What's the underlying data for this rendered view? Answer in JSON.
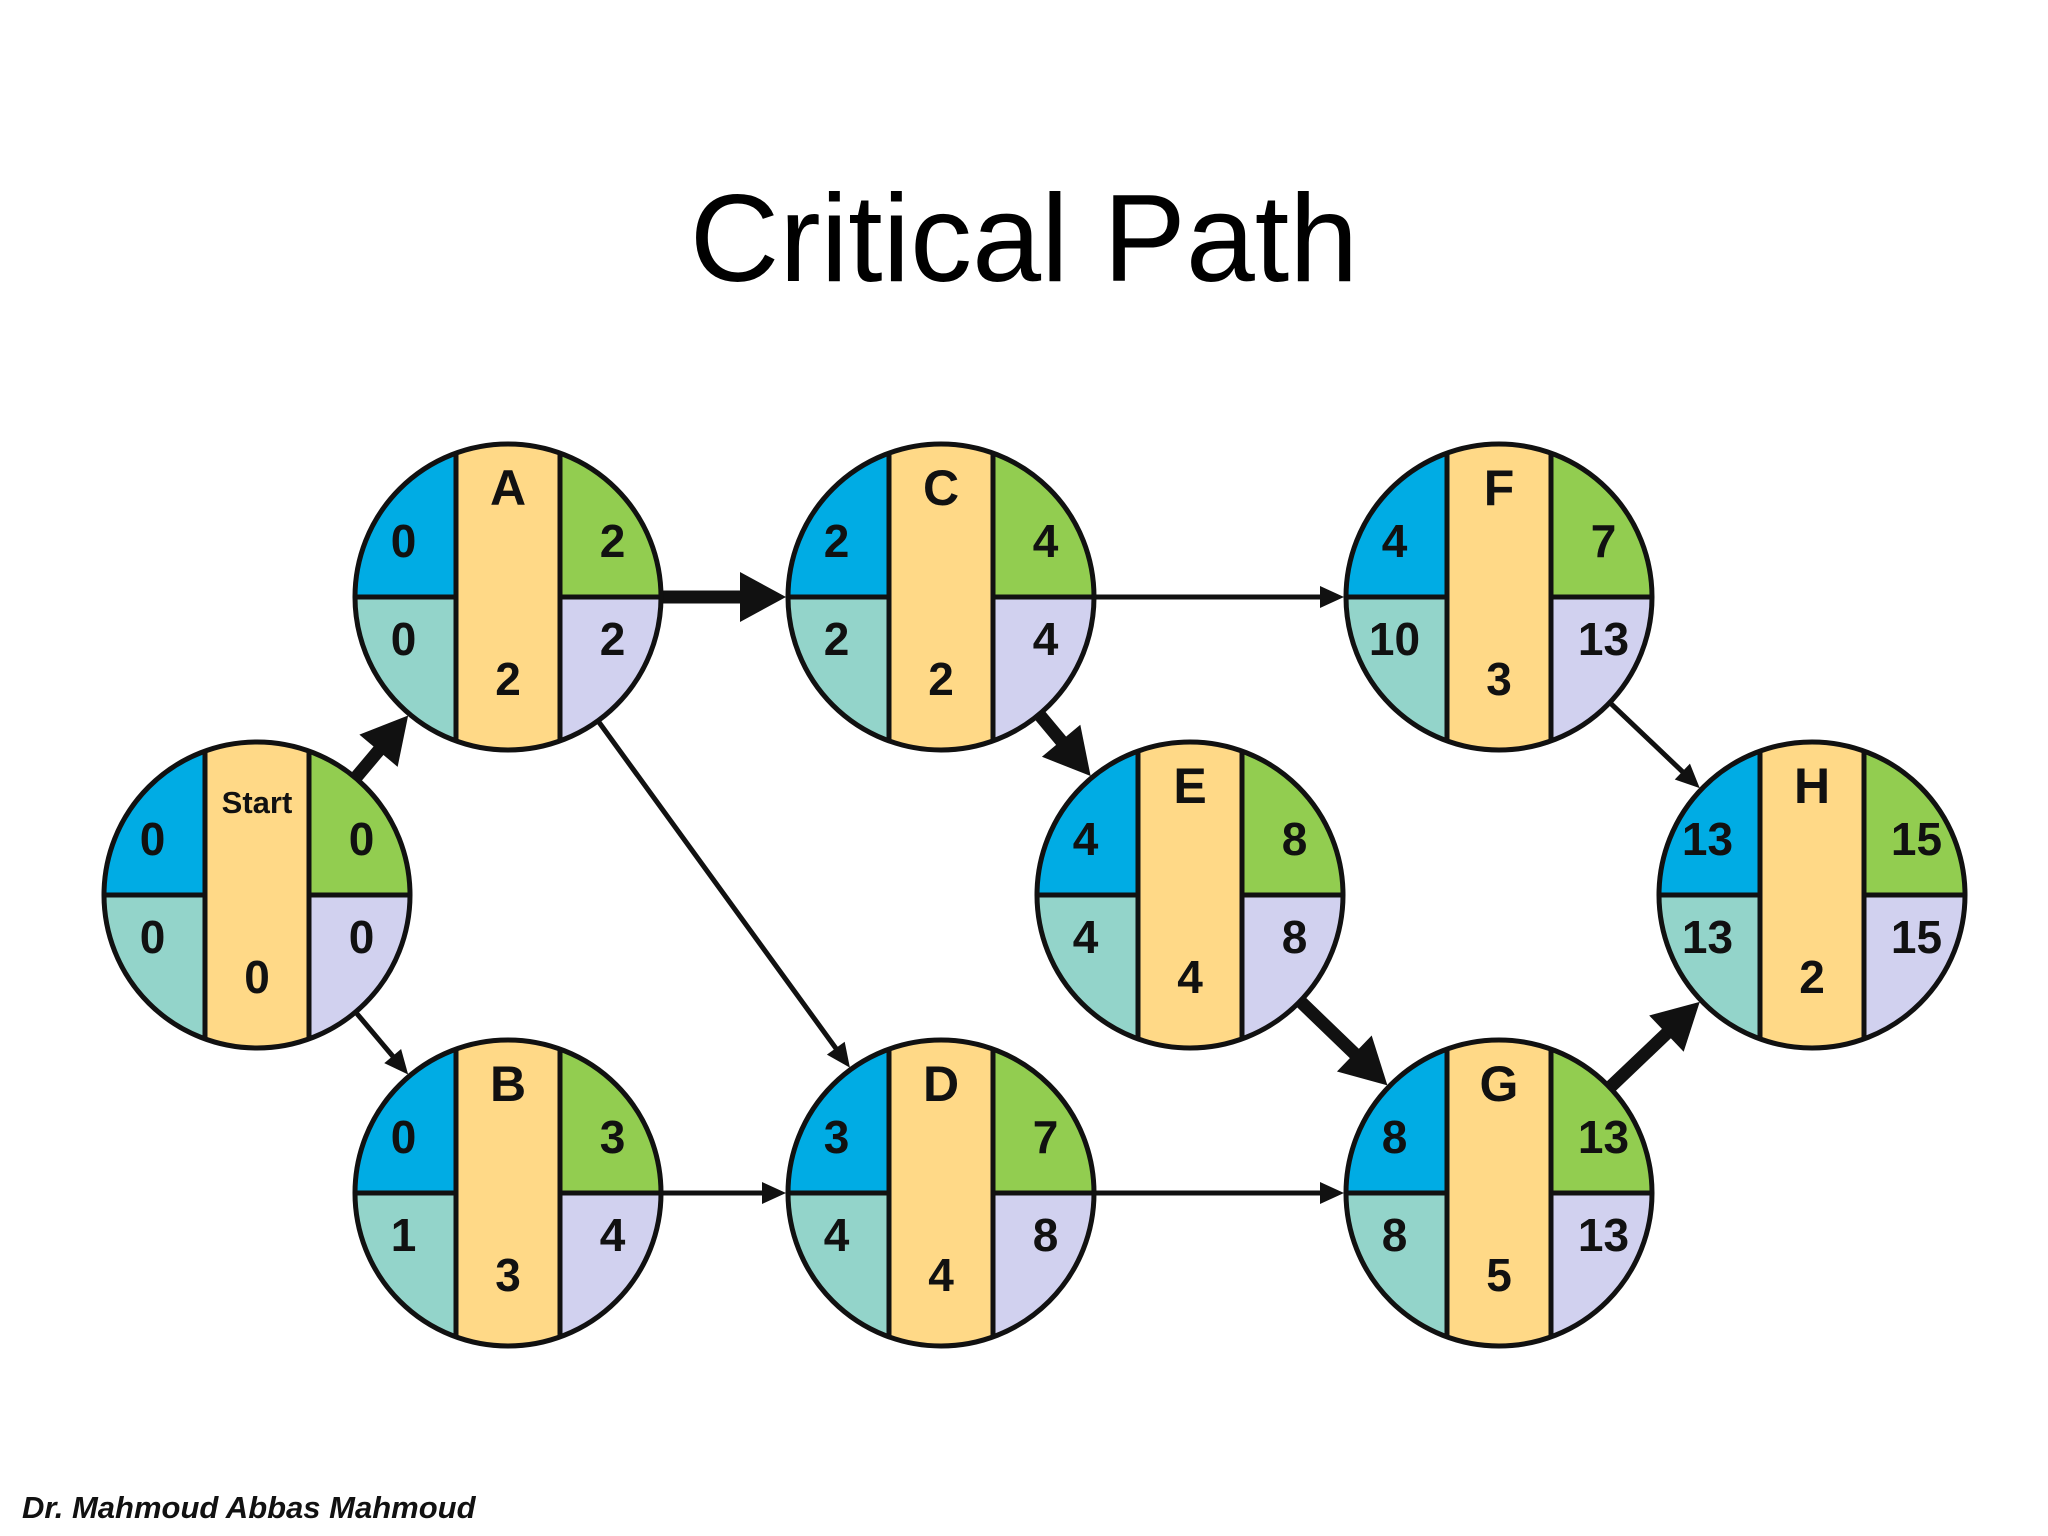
{
  "title": "Critical Path",
  "credit": "Dr. Mahmoud Abbas Mahmoud",
  "colors": {
    "early_start": "#00ACE4",
    "early_finish": "#92CD50",
    "late_start": "#93D4CA",
    "late_finish": "#D1D1EF",
    "center": "#FFD987",
    "outline": "#111111"
  },
  "nodes": [
    {
      "id": "start",
      "name": "Start",
      "es": "0",
      "ef": "0",
      "ls": "0",
      "lf": "0",
      "duration": "0"
    },
    {
      "id": "a",
      "name": "A",
      "es": "0",
      "ef": "2",
      "ls": "0",
      "lf": "2",
      "duration": "2"
    },
    {
      "id": "b",
      "name": "B",
      "es": "0",
      "ef": "3",
      "ls": "1",
      "lf": "4",
      "duration": "3"
    },
    {
      "id": "c",
      "name": "C",
      "es": "2",
      "ef": "4",
      "ls": "2",
      "lf": "4",
      "duration": "2"
    },
    {
      "id": "d",
      "name": "D",
      "es": "3",
      "ef": "7",
      "ls": "4",
      "lf": "8",
      "duration": "4"
    },
    {
      "id": "e",
      "name": "E",
      "es": "4",
      "ef": "8",
      "ls": "4",
      "lf": "8",
      "duration": "4"
    },
    {
      "id": "f",
      "name": "F",
      "es": "4",
      "ef": "7",
      "ls": "10",
      "lf": "13",
      "duration": "3"
    },
    {
      "id": "g",
      "name": "G",
      "es": "8",
      "ef": "13",
      "ls": "8",
      "lf": "13",
      "duration": "5"
    },
    {
      "id": "h",
      "name": "H",
      "es": "13",
      "ef": "15",
      "ls": "13",
      "lf": "15",
      "duration": "2"
    }
  ],
  "edges": [
    {
      "from": "start",
      "to": "a",
      "critical": true
    },
    {
      "from": "start",
      "to": "b",
      "critical": false
    },
    {
      "from": "a",
      "to": "c",
      "critical": true
    },
    {
      "from": "a",
      "to": "d",
      "critical": false
    },
    {
      "from": "b",
      "to": "d",
      "critical": false
    },
    {
      "from": "c",
      "to": "e",
      "critical": true
    },
    {
      "from": "c",
      "to": "f",
      "critical": false
    },
    {
      "from": "d",
      "to": "g",
      "critical": false
    },
    {
      "from": "e",
      "to": "g",
      "critical": true
    },
    {
      "from": "f",
      "to": "h",
      "critical": false
    },
    {
      "from": "g",
      "to": "h",
      "critical": true
    }
  ]
}
